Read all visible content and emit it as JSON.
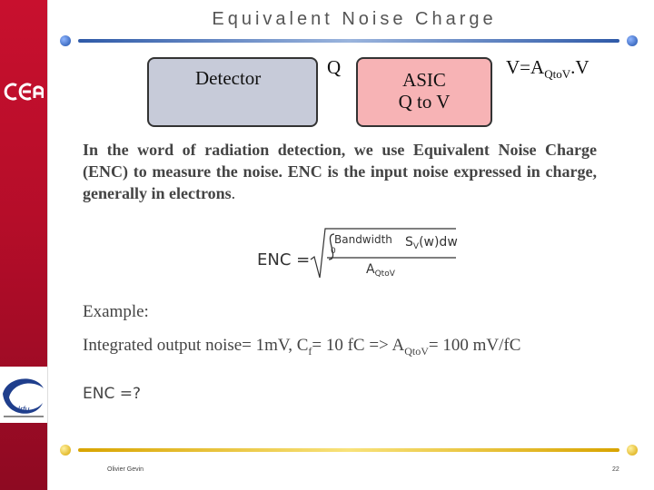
{
  "slide": {
    "title": "Equivalent Noise Charge",
    "diagram": {
      "detector_label": "Detector",
      "q_label": "Q",
      "asic_line1": "ASIC",
      "asic_line2": "Q to V",
      "output_prefix": "V=A",
      "output_sub": "QtoV",
      "output_suffix": ".V"
    },
    "body_text_plain": "In the word of radiation detection, we use Equivalent Noise Charge (ENC) to measure the noise. ENC is the input noise expressed in charge, generally in electrons",
    "body_text_end": ".",
    "formula": {
      "lhs": "ENC =",
      "upper_limit": "Bandwidth",
      "lower_limit": "0",
      "integrand_main": "S",
      "integrand_sub": "V",
      "integrand_rest": "(w)dw",
      "denominator_main": "A",
      "denominator_sub": "QtoV"
    },
    "example": {
      "heading": "Example:",
      "line_prefix": "Integrated output noise= 1mV, C",
      "line_sub_f": "f",
      "line_mid": "= 10 fC => A",
      "line_sub_qtov": "QtoV",
      "line_end": "= 100 mV/fC",
      "question": "ENC =?"
    },
    "footer": {
      "author": "Olivier Gevin",
      "page": "22"
    }
  },
  "colors": {
    "sidebar_red": "#c8102e",
    "detector_box": "#c7cbd9",
    "asic_box": "#f7b3b5",
    "rule_blue": "#2f5aa8",
    "rule_yellow": "#e8c340"
  },
  "logos": {
    "top": "cea",
    "bottom": "irfu"
  }
}
